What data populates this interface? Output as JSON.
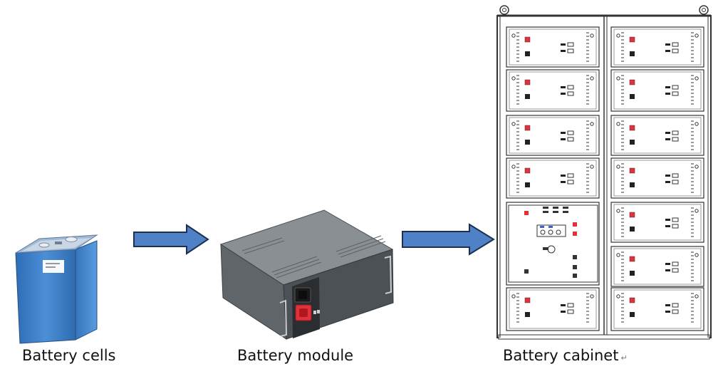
{
  "diagram": {
    "stages": [
      {
        "id": "cells",
        "label": "Battery cells"
      },
      {
        "id": "module",
        "label": "Battery module"
      },
      {
        "id": "cabinet",
        "label": "Battery cabinet"
      }
    ],
    "return_mark": "↵",
    "colors": {
      "arrow_fill": "#4F81C7",
      "arrow_stroke": "#1F2F4F",
      "cell_body": "#3D7FC4",
      "module_body": "#6E7378",
      "cabinet_line": "#333333",
      "terminal_red": "#E2313A"
    }
  }
}
